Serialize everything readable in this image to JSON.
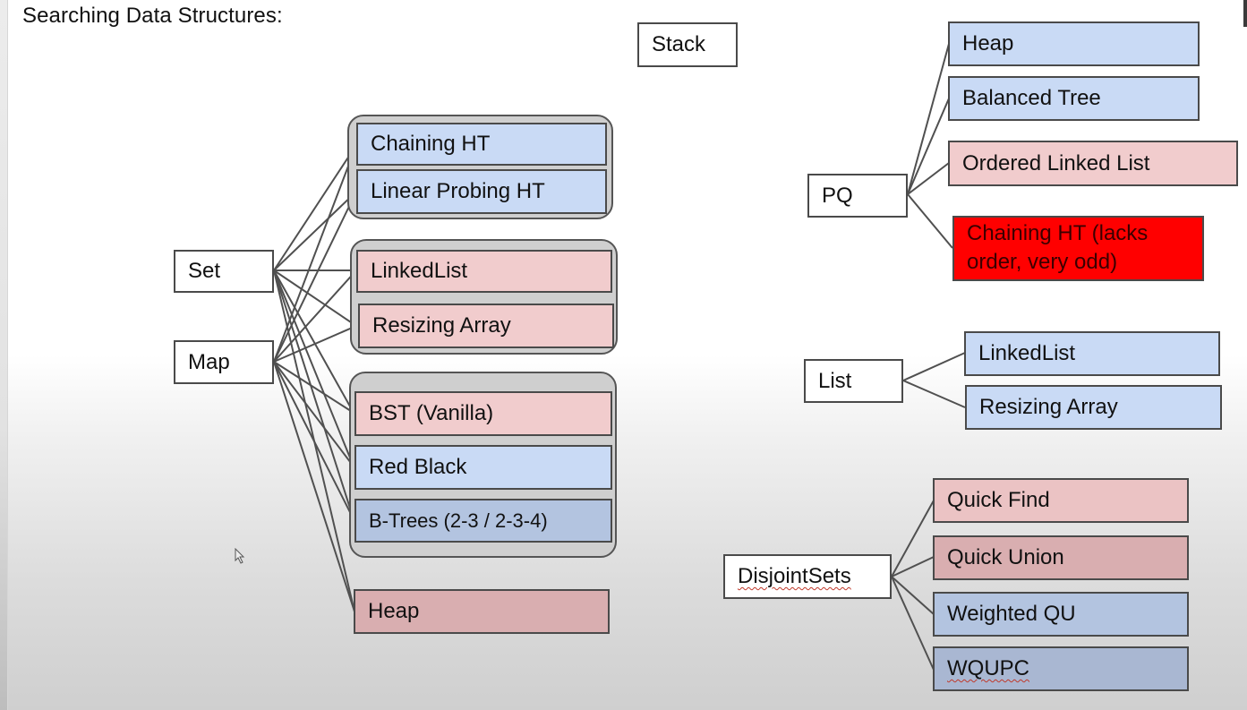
{
  "title": "Searching Data Structures:",
  "colors": {
    "interface_box": "#ffffff",
    "good_impl_blue": "#c9daf5",
    "ok_impl_pink": "#f1cccd",
    "bad_impl_red": "#ff0000",
    "group_bg": "#cfcfcf",
    "line": "#505050"
  },
  "interfaces": {
    "stack": "Stack",
    "set": "Set",
    "map": "Map",
    "pq": "PQ",
    "list": "List",
    "disjoint_sets": "DisjointSets"
  },
  "set_map_impls": {
    "hash_tables": [
      "Chaining HT",
      "Linear Probing HT"
    ],
    "linear": [
      "LinkedList",
      "Resizing Array"
    ],
    "trees": [
      "BST (Vanilla)",
      "Red Black",
      "B-Trees (2-3 / 2-3-4)"
    ],
    "heap": "Heap"
  },
  "pq_impls": [
    "Heap",
    "Balanced Tree",
    "Ordered Linked List",
    "Chaining HT (lacks order, very odd)"
  ],
  "list_impls": [
    "LinkedList",
    "Resizing Array"
  ],
  "disjoint_sets_impls": [
    "Quick Find",
    "Quick Union",
    "Weighted QU",
    "WQUPC"
  ],
  "edges": [
    {
      "from": "Set",
      "to": [
        "Chaining HT",
        "Linear Probing HT",
        "LinkedList",
        "Resizing Array",
        "BST (Vanilla)",
        "Red Black",
        "B-Trees (2-3 / 2-3-4)",
        "Heap"
      ]
    },
    {
      "from": "Map",
      "to": [
        "Chaining HT",
        "Linear Probing HT",
        "LinkedList",
        "Resizing Array",
        "BST (Vanilla)",
        "Red Black",
        "B-Trees (2-3 / 2-3-4)",
        "Heap"
      ]
    },
    {
      "from": "PQ",
      "to": [
        "Heap",
        "Balanced Tree",
        "Ordered Linked List",
        "Chaining HT (lacks order, very odd)"
      ]
    },
    {
      "from": "List",
      "to": [
        "LinkedList",
        "Resizing Array"
      ]
    },
    {
      "from": "DisjointSets",
      "to": [
        "Quick Find",
        "Quick Union",
        "Weighted QU",
        "WQUPC"
      ]
    }
  ]
}
